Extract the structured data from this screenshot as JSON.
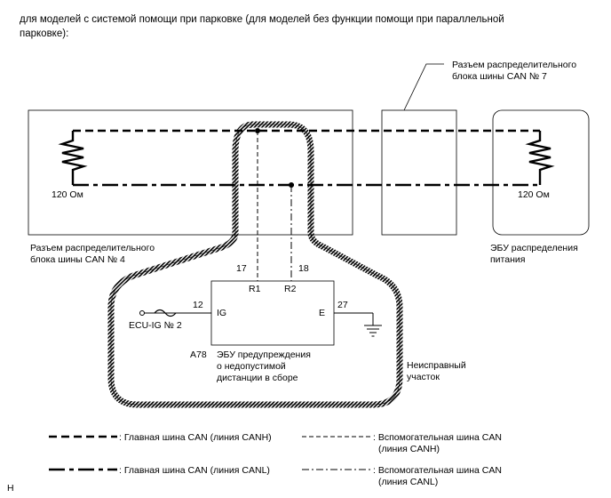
{
  "header": {
    "line1": "для моделей с системой помощи при парковке (для моделей без функции помощи при параллельной",
    "line2": "парковке):"
  },
  "junction7": {
    "line1": "Разъем распределительного",
    "line2": "блока шины CAN № 7"
  },
  "junction4": {
    "line1": "Разъем распределительного",
    "line2": "блока шины CAN № 4",
    "resistor": "120 Ом"
  },
  "power_ecu": {
    "line1": "ЭБУ распределения",
    "line2": "питания",
    "resistor": "120 Ом"
  },
  "ecu": {
    "code": "A78",
    "line1": "ЭБУ предупреждения",
    "line2": "о недопустимой",
    "line3": "дистанции в сборе",
    "pin_r1": "R1",
    "pin_r2": "R2",
    "pin_ig": "IG",
    "pin_e": "E",
    "num_r1": "17",
    "num_r2": "18",
    "num_ig": "12",
    "num_e": "27"
  },
  "fuse": {
    "label": "ECU-IG № 2"
  },
  "fault": {
    "line1": "Неисправный",
    "line2": "участок"
  },
  "legend": {
    "main_canh": ": Главная шина CAN (линия CANH)",
    "main_canl": ": Главная шина CAN (линия CANL)",
    "aux_canh_1": ": Вспомогательная шина CAN",
    "aux_canh_2": "(линия CANH)",
    "aux_canl_1": ": Вспомогательная шина CAN",
    "aux_canl_2": "(линия CANL)"
  },
  "footer": {
    "mark": "H"
  }
}
